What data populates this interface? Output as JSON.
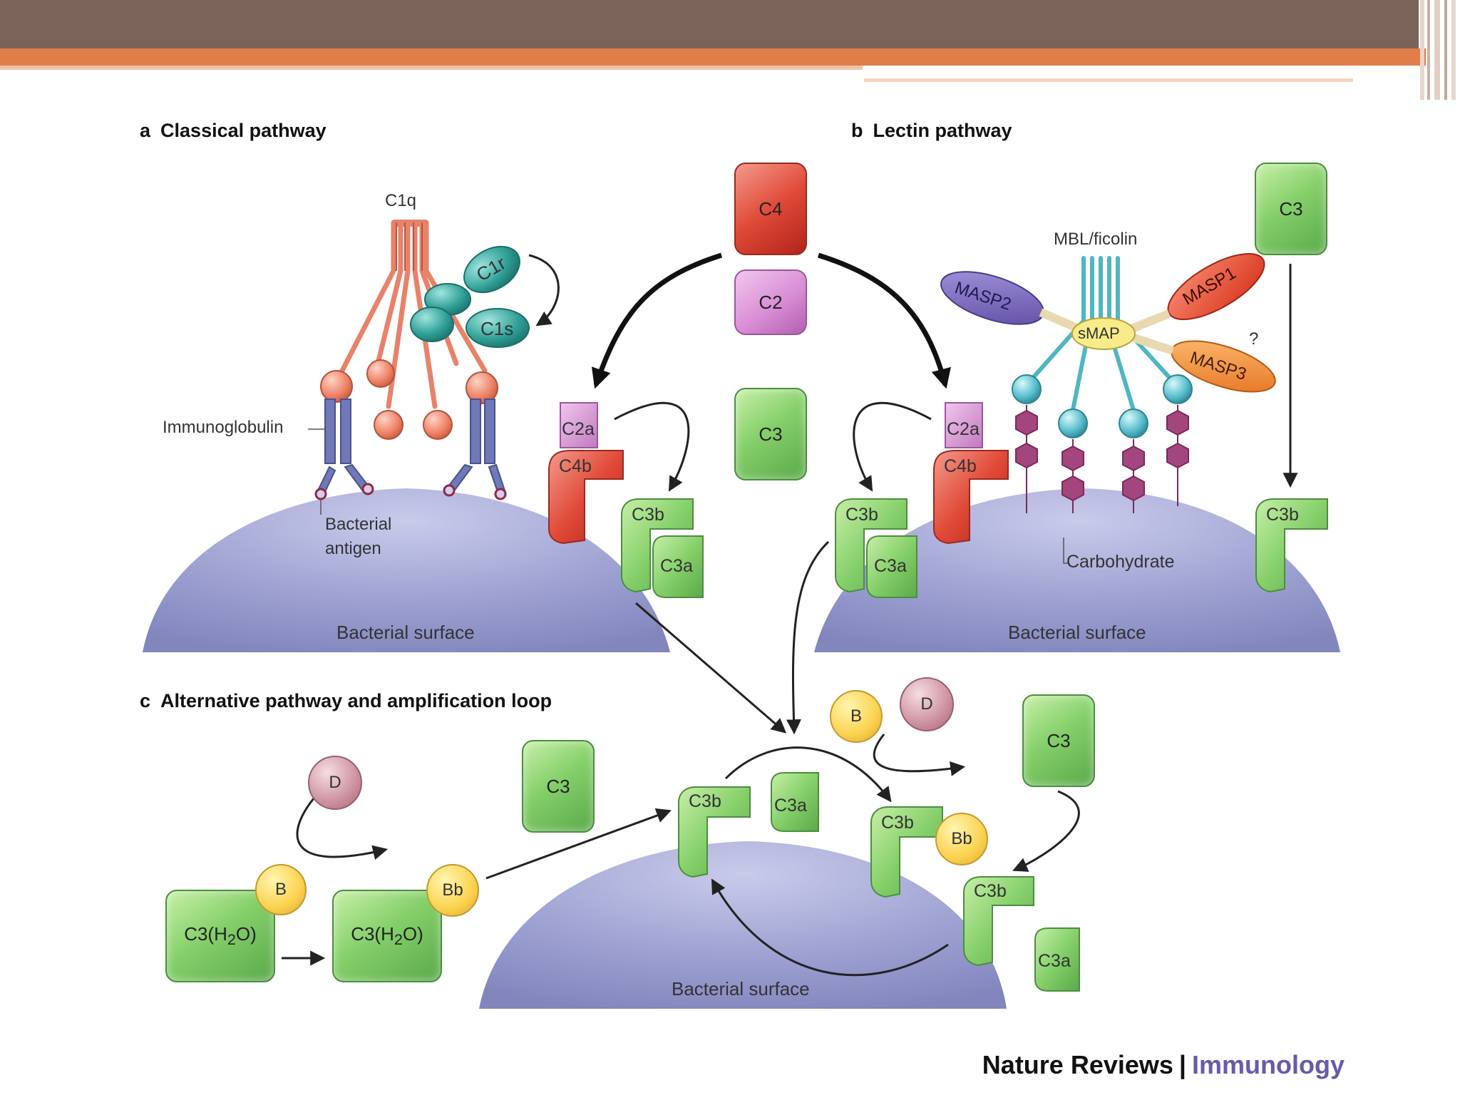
{
  "panels": {
    "a": {
      "letter": "a",
      "title": "Classical pathway"
    },
    "b": {
      "letter": "b",
      "title": "Lectin pathway"
    },
    "c": {
      "letter": "c",
      "title": "Alternative pathway and amplification loop"
    }
  },
  "labels": {
    "c1q": "C1q",
    "c1r": "C1r",
    "c1s": "C1s",
    "immunoglobulin": "Immunoglobulin",
    "bacterial_antigen_1": "Bacterial",
    "bacterial_antigen_2": "antigen",
    "bacterial_surface": "Bacterial surface",
    "mbl_ficolin": "MBL/ficolin",
    "masp1": "MASP1",
    "masp2": "MASP2",
    "masp3": "MASP3",
    "smap": "sMAP",
    "question": "?",
    "carbohydrate": "Carbohydrate"
  },
  "components": {
    "c4": "C4",
    "c2": "C2",
    "c3": "C3",
    "c2a": "C2a",
    "c4b": "C4b",
    "c3b": "C3b",
    "c3a": "C3a",
    "b": "B",
    "bb": "Bb",
    "d": "D",
    "c3h2o_pre": "C3(H",
    "c3h2o_sub": "2",
    "c3h2o_post": "O)"
  },
  "footer": {
    "publisher": "Nature Reviews",
    "separator": "|",
    "journal": "Immunology"
  },
  "colors": {
    "header_bar": "#7a6358",
    "accent_orange": "#e07e49",
    "bacterial_surface": "#9c9fd0",
    "c1q_stalk": "#e8826a",
    "antibody": "#6f79b8",
    "c1r_c1s": "#2f9f96",
    "mbl": "#4fb6c4",
    "masp1": "#e9482c",
    "masp2": "#7563b8",
    "masp3": "#f08a2f",
    "smap": "#f8ec8a",
    "carbohydrate": "#a3467d",
    "journal_text": "#6a5aa8"
  }
}
